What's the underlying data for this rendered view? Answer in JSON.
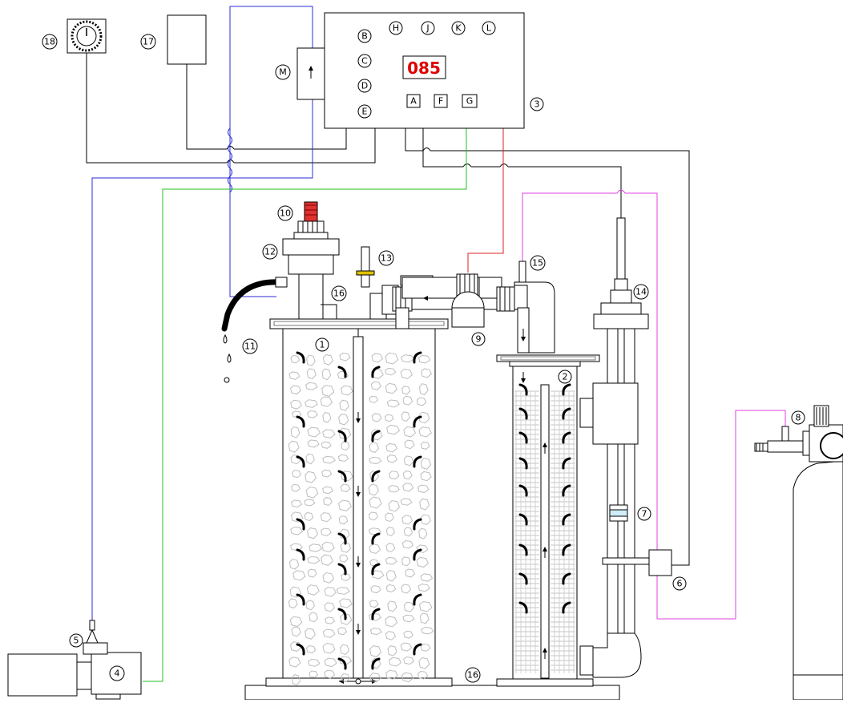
{
  "controller": {
    "display_value": "085",
    "display_bg": "#ffffff",
    "display_color": "#e00000",
    "round_button_labels": [
      "B",
      "C",
      "D",
      "E",
      "H",
      "J",
      "K",
      "L"
    ],
    "square_button_labels": [
      "A",
      "F",
      "G"
    ],
    "side_module_label": "M"
  },
  "part_numbers": {
    "n1": "1",
    "n2": "2",
    "n3": "3",
    "n4": "4",
    "n5": "5",
    "n6": "6",
    "n7": "7",
    "n8": "8",
    "n9": "9",
    "n10": "10",
    "n11": "11",
    "n12": "12",
    "n13": "13",
    "n14": "14",
    "n15": "15",
    "n16a": "16",
    "n16b": "16",
    "n17": "17",
    "n18": "18"
  },
  "wire_colors": {
    "blue": "#2b2bd6",
    "green": "#22c022",
    "red": "#e02020",
    "magenta": "#e040e0",
    "black": "#000000"
  }
}
